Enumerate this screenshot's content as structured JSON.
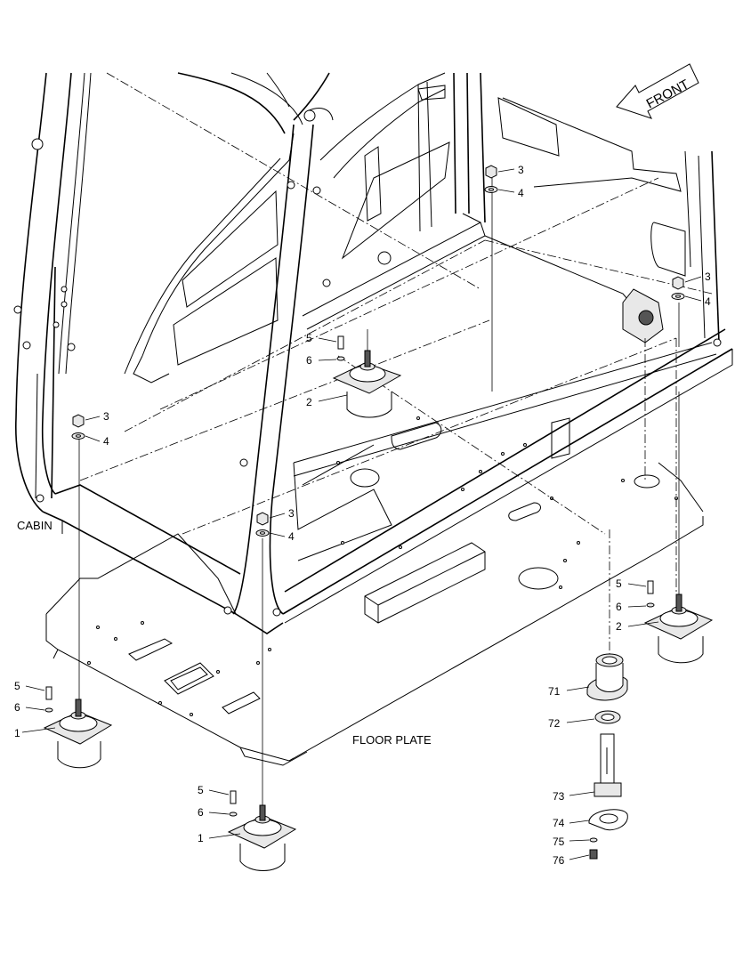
{
  "diagram": {
    "labels": {
      "cabin": "CABIN",
      "floor_plate": "FLOOR PLATE",
      "front": "FRONT"
    },
    "callouts": [
      {
        "id": "c3a",
        "text": "3"
      },
      {
        "id": "c4a",
        "text": "4"
      },
      {
        "id": "c3b",
        "text": "3"
      },
      {
        "id": "c4b",
        "text": "4"
      },
      {
        "id": "c5a",
        "text": "5"
      },
      {
        "id": "c6a",
        "text": "6"
      },
      {
        "id": "c2a",
        "text": "2"
      },
      {
        "id": "c3c",
        "text": "3"
      },
      {
        "id": "c4c",
        "text": "4"
      },
      {
        "id": "c3d",
        "text": "3"
      },
      {
        "id": "c4d",
        "text": "4"
      },
      {
        "id": "c5b",
        "text": "5"
      },
      {
        "id": "c6b",
        "text": "6"
      },
      {
        "id": "c2b",
        "text": "2"
      },
      {
        "id": "c5c",
        "text": "5"
      },
      {
        "id": "c6c",
        "text": "6"
      },
      {
        "id": "c1a",
        "text": "1"
      },
      {
        "id": "c5d",
        "text": "5"
      },
      {
        "id": "c6d",
        "text": "6"
      },
      {
        "id": "c1b",
        "text": "1"
      },
      {
        "id": "c71",
        "text": "71"
      },
      {
        "id": "c72",
        "text": "72"
      },
      {
        "id": "c73",
        "text": "73"
      },
      {
        "id": "c74",
        "text": "74"
      },
      {
        "id": "c75",
        "text": "75"
      },
      {
        "id": "c76",
        "text": "76"
      }
    ]
  }
}
